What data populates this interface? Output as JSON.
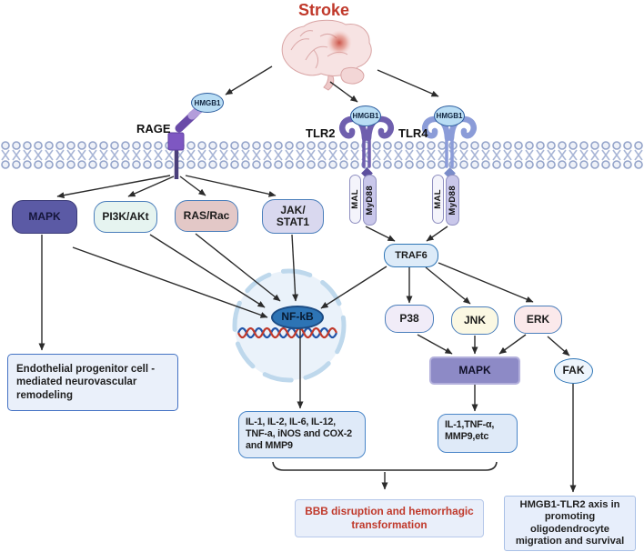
{
  "title": "Stroke",
  "labels": {
    "rage": "RAGE",
    "tlr2": "TLR2",
    "tlr4": "TLR4",
    "hmgb1": "HMGB1",
    "mal": "MAL",
    "myd88": "MyD88"
  },
  "nodes": {
    "mapk_left": "MAPK",
    "pi3k_akt": "PI3K/AKt",
    "ras_rac": "RAS/Rac",
    "jak_line1": "JAK/",
    "jak_line2": "STAT1",
    "traf6": "TRAF6",
    "nfkb": "NF-kB",
    "p38": "P38",
    "jnk": "JNK",
    "erk": "ERK",
    "mapk_right": "MAPK",
    "fak": "FAK"
  },
  "boxes": {
    "endothelial": "Endothelial progenitor cell - mediated neurovascular remodeling",
    "cytokines_left": "IL-1, IL-2, IL-6, IL-12, TNF-a, iNOS and COX-2 and MMP9",
    "cytokines_right_line1": "IL-1,TNF-α,",
    "cytokines_right_line2": "MMP9,etc",
    "bbb": "BBB disruption and hemorrhagic transformation",
    "oligodendrocyte": "HMGB1-TLR2 axis in promoting oligodendrocyte migration and survival"
  },
  "colors": {
    "title_red": "#c0392b",
    "bbb_text_red": "#c0392b",
    "membrane_blue": "#93a3c9",
    "rage_purple": "#7e57c2",
    "rage_arm_light": "#b39ddb",
    "tlr2_purple": "#6f5fae",
    "tlr4_blue": "#8b9cd8",
    "nfkb_blue": "#2d74b5",
    "nucleus_fill": "#eaf2fa",
    "nucleus_border": "#bed8ec",
    "mapk_dark": "#5b5aa5",
    "mapk_medium": "#8d8ac6",
    "hmgb1_fill": "#b9ddf4",
    "node_border_blue": "#4a7ebb",
    "dna_red": "#c0392b",
    "dna_blue": "#2255a8",
    "arrow": "#2b2b2b"
  }
}
